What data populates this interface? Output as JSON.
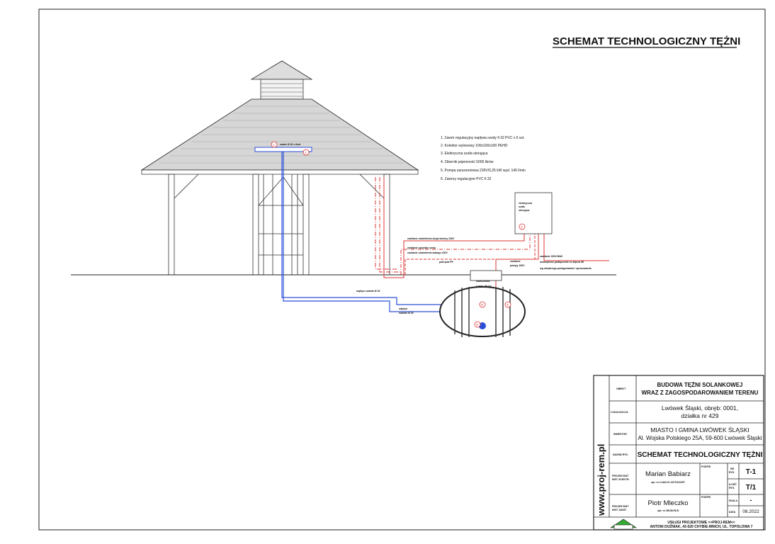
{
  "title": "SCHEMAT TECHNOLOGICZNY TĘŻNI",
  "legend": [
    "1. Zawór regulacyjny napływu wody fi 32 PVC x 6 szt.",
    "2. Kolektor wylewowy 100x100x100 PEHD",
    "3. Elektryczna szafa sterująca",
    "4. Zbiornik pojemność 5000 litrów",
    "5. Pompa zanurzeniowa 230V/0,25 kW wyd. 140 l/min",
    "6. Zawory regulacyjne PVC fi 32"
  ],
  "labels": {
    "valve": "zawór Ø 32 x 6szt",
    "cabinet": [
      "elektryczna",
      "szafa",
      "sterująca"
    ],
    "cable1": "zasilanie oświetlenia słupa tarniny 230V",
    "cable2": "zasilanie czujnika ruchu",
    "cable3": "zasilanie oświetlenia stałego 230V",
    "cover": "pokrywa PP",
    "pump_power": [
      "zasilanie",
      "pompy 230V"
    ],
    "supply": [
      "zasilanie 230V/3kW",
      "wewnętrzne podłączenie ze złącza ZK",
      "wg odrębnego postępowania i opracowania"
    ],
    "extension": [
      "nadbudowa",
      "o wys. 40 cm"
    ],
    "inflow": "napływ solanki Ø 32",
    "outflow": [
      "odpływ",
      "solanki Ø 32"
    ],
    "markers": [
      "1",
      "2",
      "3",
      "4",
      "5",
      "6"
    ]
  },
  "title_block": {
    "website": "www.proj-rem.pl",
    "rows": [
      {
        "label": "OBIEKT",
        "value": [
          "BUDOWA TĘŻNI SOLANKOWEJ",
          "WRAZ Z ZAGOSPODAROWANIEM TERENU"
        ]
      },
      {
        "label": "LOKALIZACJA",
        "value": [
          "Lwówek Śląski, obręb: 0001,",
          "działka nr 429"
        ]
      },
      {
        "label": "INWESTOR",
        "value": [
          "MIASTO I GMINA LWÓWEK ŚLĄSKI",
          "Al. Wojska Polskiego 25A, 59-600 Lwówek Śląski"
        ]
      },
      {
        "label": "NAZWA RYS.",
        "value": [
          "SCHEMAT TECHNOLOGICZNY TĘŻNI"
        ]
      }
    ],
    "designer1": {
      "label": [
        "PROJEKTANT",
        "INST. ELEKTR."
      ],
      "name": "Marian Babiarz",
      "license": "upr. nr LUAN-VI-1227/31/2/97",
      "sign": "PODPIS"
    },
    "designer2": {
      "label": [
        "PROJEKTANT",
        "INST. SANIT."
      ],
      "name": "Piotr Mleczko",
      "license": "upr. nr 281/84 B-B",
      "sign": "PODPIS"
    },
    "nr_label": [
      "NR",
      "RYS."
    ],
    "nr": "T-1",
    "count_label": [
      "ILOŚĆ",
      "RYS."
    ],
    "count": "T/1",
    "scale_label": "SKALA",
    "scale": "-",
    "date_label": "DATA",
    "date": "08.2022",
    "footer": [
      "USŁUGI PROJEKTOWE >>PROJ-REM<<",
      "ANTONI DUŹNIAK, 43-520 CHYBIE-MNICH, UL. TOPOLOWA 7"
    ]
  }
}
